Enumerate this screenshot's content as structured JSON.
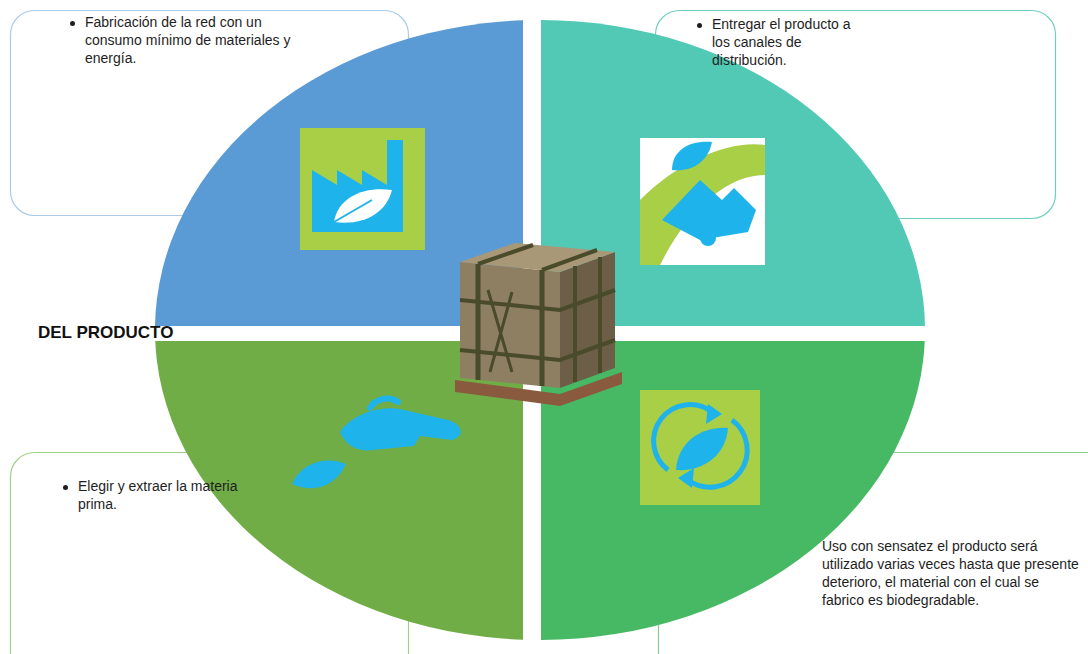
{
  "diagram": {
    "nodes": [
      {
        "text": [
          "Fabricación de la red con un consumo mínimo de materiales y energía."
        ]
      },
      {
        "text": [
          "Entregar el producto a los canales de distribución."
        ]
      },
      {
        "text": [
          "Elegir y extraer la materia prima."
        ]
      },
      {
        "text": [
          "Uso con sensatez el producto será utilizado varias veces hasta que presente deterioro, el material con el cual se fabrico es biodegradable."
        ]
      }
    ],
    "labels": [
      "DEL PRODUCTO"
    ]
  }
}
